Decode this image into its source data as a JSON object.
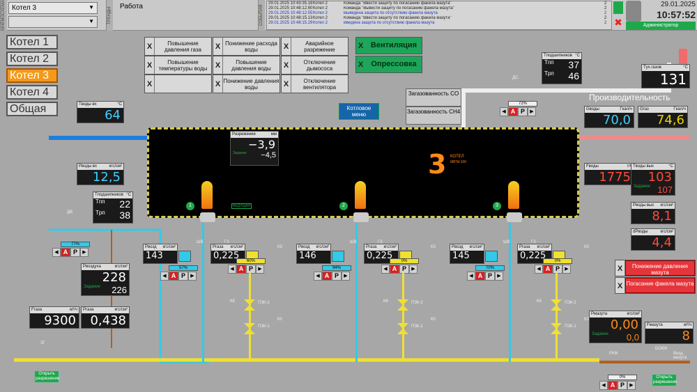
{
  "header": {
    "boiler_select": "Котел 3",
    "mode_label": "Работа",
    "date": "29.01.2025",
    "time": "10:57:52",
    "user": "Администратор",
    "left_tab": "МНЕМОСХЕМА",
    "mid_tab": "ТРЕНДЫ",
    "events_tab": "СОБЫТИЯ",
    "events": [
      {
        "t": "29.01.2025 10:43:35.18",
        "src": "Котел 2",
        "msg": "Команда \"Ввести защиту по погасанию факела мазута\"",
        "n": "2",
        "blue": false
      },
      {
        "t": "29.01.2025 10:48:12.60",
        "src": "Котел 2",
        "msg": "Команда \"Вывести защиту по погасанию факела мазута\"",
        "n": "2",
        "blue": false
      },
      {
        "t": "29.01.2025 10:48:12.55",
        "src": "Котел 2",
        "msg": "Выведена защита по отсутствию факела мазута",
        "n": "2",
        "blue": true
      },
      {
        "t": "29.01.2025 10:48:15.13",
        "src": "Котел 2",
        "msg": "Команда \"Ввести защиту по погасанию факела мазута\"",
        "n": "2",
        "blue": false
      },
      {
        "t": "29.01.2025 10:48:15.29",
        "src": "Котел 2",
        "msg": "Введена защита по отсутствию факела мазута",
        "n": "2",
        "blue": true
      }
    ]
  },
  "boilers": [
    "Котел 1",
    "Котел 2",
    "Котел 3",
    "Котел 4",
    "Общая"
  ],
  "protections": [
    [
      "Повышение давления газа",
      "Понижение расхода воды",
      "Аварийное разрежение"
    ],
    [
      "Повышение температуры воды",
      "Повышение давления воды",
      "Отключение дымососа"
    ],
    [
      "",
      "Понижение давления воды",
      "Отключение вентилятора"
    ]
  ],
  "protection_x": "X",
  "ventilation": "Вентиляция",
  "pressure_test": "Опрессовка",
  "gas_labels": [
    "Загазованность CO",
    "Загазованность CH4"
  ],
  "menu_btn": "Котловое меню",
  "productivity": "Производительность",
  "boiler_title": "3",
  "boiler_name": "КОТЕЛ",
  "boiler_model": "КВГМ-100",
  "leading": "ВЕДУЩАЯ",
  "t_in": {
    "label": "Tводы вх",
    "unit": "°C",
    "value": "64"
  },
  "p_in": {
    "label": "Pводы вх",
    "unit": "кгс/см²",
    "value": "12,5"
  },
  "tpp_left": {
    "label": "Tподшипников",
    "unit": "°C",
    "tpp": "22",
    "trp": "38",
    "tpp_l": "Tпп",
    "trp_l": "Tрп"
  },
  "tpp_right": {
    "label": "Tподшипников",
    "unit": "°C",
    "tpp": "37",
    "trp": "46",
    "tpp_l": "Tпп",
    "trp_l": "Tрп"
  },
  "t_flue": {
    "label": "Tух.газов",
    "unit": "°C",
    "value": "131"
  },
  "vacuum": {
    "label": "Разрежение",
    "unit": "мм",
    "value": "−3,9",
    "set_label": "Задание",
    "set": "−4,5"
  },
  "g_water": {
    "label": "Gводы",
    "unit": "Гкал/ч",
    "value": "70,0"
  },
  "g_gas": {
    "label": "Gгаз",
    "unit": "Гкал/ч",
    "value": "74,6"
  },
  "f_water": {
    "label": "Fводы",
    "unit": "т/ч",
    "value": "1775"
  },
  "t_out": {
    "label": "Tводы вых",
    "unit": "°C",
    "value": "103",
    "set_label": "Задание",
    "set": "107"
  },
  "p_out": {
    "label": "Pводы вых",
    "unit": "кгс/см²",
    "value": "8,1"
  },
  "dp_water": {
    "label": "dPводы",
    "unit": "кгс/см²",
    "value": "4,4"
  },
  "p_air": {
    "label": "Pвоздуха",
    "unit": "кгс/см²",
    "value": "228",
    "set_label": "Задание",
    "set": "226"
  },
  "f_gas": {
    "label": "Fгаза",
    "unit": "м³/ч",
    "value": "9300"
  },
  "p_gas": {
    "label": "Pгаза",
    "unit": "кгс/см²",
    "value": "0,438"
  },
  "p_fuel": {
    "label": "Pмазута",
    "unit": "кгс/см²",
    "value": "0,00",
    "set_label": "Задание",
    "set": "0,0"
  },
  "f_fuel": {
    "label": "Fмазута",
    "unit": "м³/ч",
    "value": "8"
  },
  "burners": [
    {
      "p_air": "143",
      "p_gas": "0,225",
      "air_pct": "57%",
      "gas_pct": "60%",
      "num": "1"
    },
    {
      "p_air": "146",
      "p_gas": "0,225",
      "air_pct": "94%",
      "gas_pct": "0%",
      "num": "2"
    },
    {
      "p_air": "145",
      "p_gas": "0,225",
      "air_pct": "70%",
      "gas_pct": "0%",
      "num": "3"
    }
  ],
  "burner_labels": {
    "p_air": "Pвозд",
    "p_gas": "Pгаза",
    "unit": "кгс/см²",
    "sh": "ШВ",
    "g3": "Г3",
    "k3": "К3",
    "k6": "К6",
    "k0": "К0",
    "pzk2": "ПЗК-2",
    "pzk1": "ПЗК-1"
  },
  "smoke_pct": "72%",
  "dv_pct": "77%",
  "rkm_pct": "0%",
  "ctl": {
    "a": "A",
    "p": "P"
  },
  "alarms": [
    "Понижение давления мазута",
    "Погасание факела мазута"
  ],
  "open_perm": "Открыть разрешение",
  "tags": {
    "dv": "ДВ",
    "ds": "ДС",
    "zg": "ЗГ",
    "rkm": "РКМ",
    "bokm": "БОКМ",
    "fuel_in": "Вход мазута"
  },
  "colors": {
    "active": "#f39a1a",
    "water_in": "#1a7fe0",
    "water_out": "#f08a8a",
    "gas": "#f0e030",
    "air": "#33c9e8",
    "fuel": "#b45e1c"
  }
}
